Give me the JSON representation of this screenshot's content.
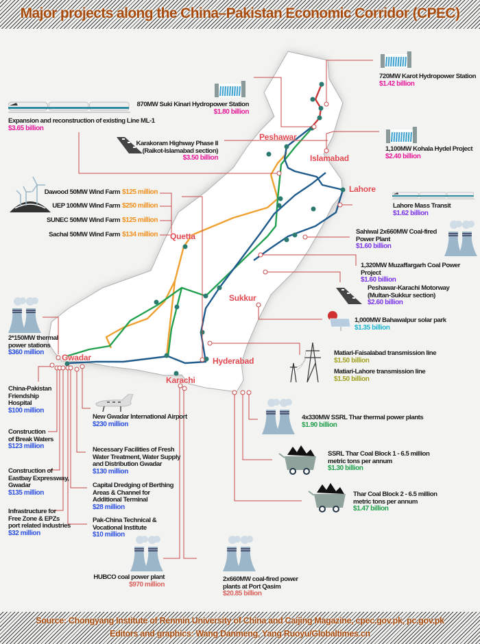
{
  "header": {
    "title": "Major projects along the China–Pakistan Economic Corridor (CPEC)"
  },
  "footer": {
    "source": "Source: Chongyang Institute of Renmin University of China and Caijing Magazine, cpec.gov.pk, pc.gov.pk",
    "credits": "Editors and graphics: Wang Danmeng, Yang Ruoyu/Globaltimes.cn"
  },
  "colors": {
    "title": "#a84a0c",
    "city": "#e04850",
    "leader": "#c84a4a",
    "route_orange": "#f0a030",
    "route_green": "#22a050",
    "route_blue": "#1e5a8c",
    "route_red": "#c83a3a",
    "value_magenta": "#e6199b",
    "value_purple": "#7a33e6",
    "value_orange": "#f0901e",
    "value_cyan": "#20b5d0",
    "value_olive": "#a0a020",
    "value_green": "#1e9e4a",
    "value_blue": "#2a4fe0",
    "value_salmon": "#d9605a"
  },
  "cities": [
    "Peshawar",
    "Islamabad",
    "Lahore",
    "Quetta",
    "Sukkur",
    "Hyderabad",
    "Gwadar",
    "Karachi"
  ],
  "projects": [
    {
      "name": "Expansion and reconstruction of existing Line ML-1",
      "value": "$3.65 billion",
      "color": "#e6199b",
      "icon": "train-icon"
    },
    {
      "name": "870MW Suki Kinari Hydropower Station",
      "value": "$1.80 billion",
      "color": "#e6199b",
      "icon": "dam-icon"
    },
    {
      "name": "Karakoram Highway Phase II\n(Raikot-Islamabad section)",
      "value": "$3.50 billion",
      "color": "#e6199b",
      "icon": "road-icon"
    },
    {
      "name": "Dawood 50MW Wind Farm",
      "value": "$125 million",
      "color": "#f0901e",
      "icon": "wind-turbine-icon"
    },
    {
      "name": "UEP 100MW Wind Farm",
      "value": "$250 million",
      "color": "#f0901e"
    },
    {
      "name": "SUNEC 50MW Wind Farm",
      "value": "$125 million",
      "color": "#f0901e"
    },
    {
      "name": "Sachal 50MW Wind Farm",
      "value": "$134 million",
      "color": "#f0901e"
    },
    {
      "name": "720MW Karot Hydropower Station",
      "value": "$1.42 billion",
      "color": "#e6199b",
      "icon": "dam-icon"
    },
    {
      "name": "1,100MW Kohala Hydel Project",
      "value": "$2.40 billion",
      "color": "#e6199b",
      "icon": "dam-icon"
    },
    {
      "name": "Lahore Mass Transit",
      "value": "$1.62 billion",
      "color": "#7a33e6",
      "icon": "train-icon"
    },
    {
      "name": "Sahiwal 2x660MW Coal-fired\nPower Plant",
      "value": "$1.60 billion",
      "color": "#7a33e6",
      "icon": "cooling-tower-icon"
    },
    {
      "name": "1,320MW Muzaffargarh Coal Power Project",
      "value": "$1.60 billion",
      "color": "#7a33e6"
    },
    {
      "name": "Peshawar-Karachi Motorway\n(Multan-Sukkur section)",
      "value": "$2.60 billion",
      "color": "#7a33e6",
      "icon": "road-icon"
    },
    {
      "name": "1,000MW Bahawalpur solar park",
      "value": "$1.35 billion",
      "color": "#20b5d0",
      "icon": "solar-panel-icon"
    },
    {
      "name": "Matiari-Faisalabad transmission line",
      "value": "$1.50 billion",
      "color": "#a0a020",
      "icon": "transmission-tower-icon"
    },
    {
      "name": "Matiari-Lahore transmission line",
      "value": "$1.50 billion",
      "color": "#a0a020"
    },
    {
      "name": "4x330MW SSRL Thar thermal power plants",
      "value": "$1.90 billion",
      "color": "#1e9e4a",
      "icon": "cooling-tower-icon"
    },
    {
      "name": "SSRL Thar Coal Block 1 - 6.5 million\nmetric tons per annum",
      "value": "$1.30 billion",
      "color": "#1e9e4a",
      "icon": "coal-cart-icon"
    },
    {
      "name": "Thar Coal Block 2 - 6.5 million\nmetric tons per annum",
      "value": "$1.47 billion",
      "color": "#1e9e4a",
      "icon": "coal-cart-icon"
    },
    {
      "name": "2x660MW coal-fired power\nplants at Port Qasim",
      "value": "$20.85 billion",
      "color": "#d9605a",
      "icon": "cooling-tower-icon"
    },
    {
      "name": "HUBCO coal power plant",
      "value": "$970 million",
      "color": "#d9605a",
      "icon": "cooling-tower-icon"
    },
    {
      "name": "2*150MW thermal\npower stations",
      "value": "$360 million",
      "color": "#2a4fe0",
      "icon": "cooling-tower-icon"
    },
    {
      "name": "China-Pakistan\nFriendship\nHospital",
      "value": "$100 million",
      "color": "#2a4fe0"
    },
    {
      "name": "Construction\nof Break Waters",
      "value": "$123 million",
      "color": "#2a4fe0"
    },
    {
      "name": "Construction of\nEastbay Expressway,\nGwadar",
      "value": "$135 million",
      "color": "#2a4fe0"
    },
    {
      "name": "Infrastructure for\nFree Zone & EPZs\nport related industries",
      "value": "$32 million",
      "color": "#2a4fe0"
    },
    {
      "name": "New Gwadar International Airport",
      "value": "$230 million",
      "color": "#2a4fe0",
      "icon": "airplane-icon"
    },
    {
      "name": "Necessary Facilities of Fresh\nWater Treatment, Water Supply\nand Distribution Gwadar",
      "value": "$130 million",
      "color": "#2a4fe0"
    },
    {
      "name": "Capital Dredging of Berthing\nAreas & Channel for\nAdditional Terminal",
      "value": "$28 million",
      "color": "#2a4fe0"
    },
    {
      "name": "Pak-China Technical &\nVocational Institute",
      "value": "$10 million",
      "color": "#2a4fe0"
    }
  ]
}
